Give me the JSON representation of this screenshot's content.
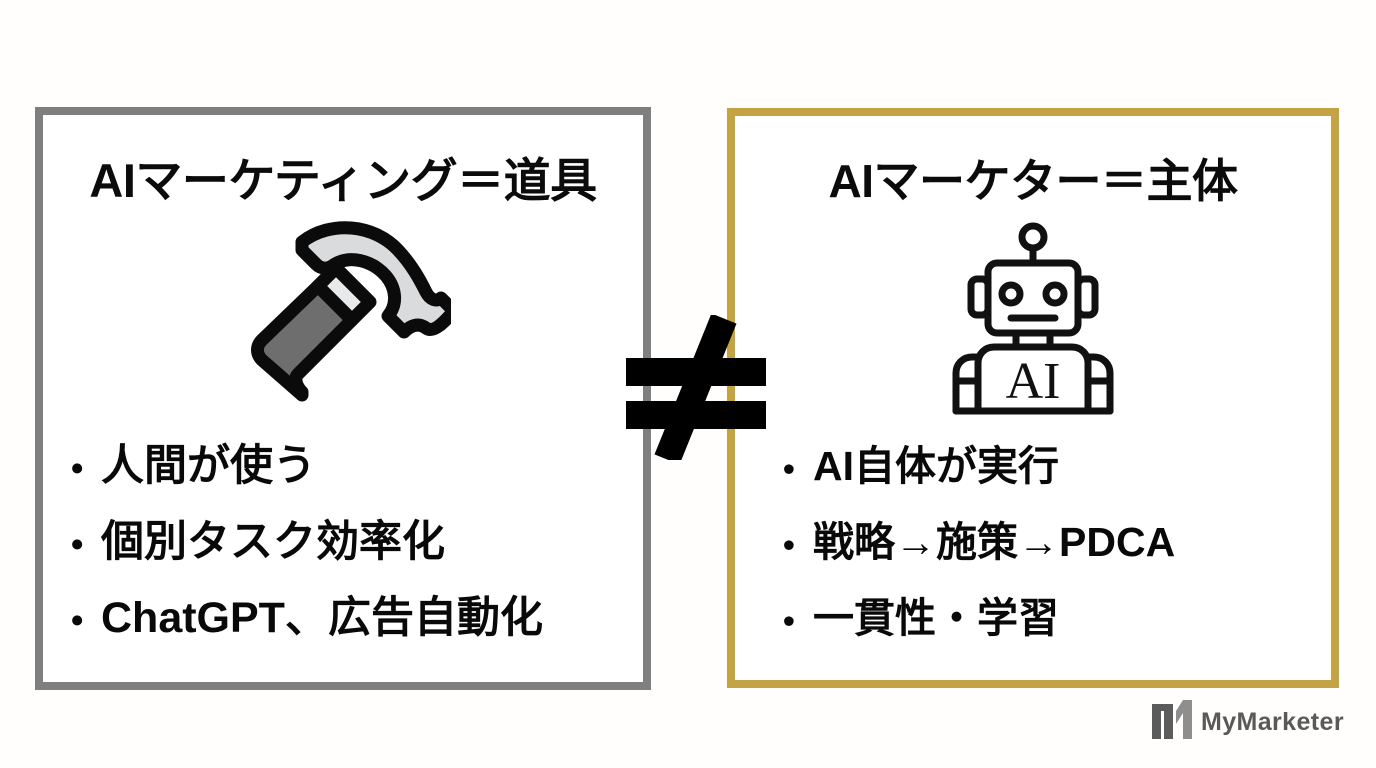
{
  "slide": {
    "background_color": "#FFFEFD"
  },
  "left_panel": {
    "border_color": "#7F7F7F",
    "title": "AIマーケティング＝道具",
    "icon": "hammer-icon",
    "bullet_marker": "•",
    "bullets": [
      "人間が使う",
      "個別タスク効率化",
      "ChatGPT、広告自動化"
    ]
  },
  "comparator": {
    "symbol": "≠",
    "name": "not-equal-symbol",
    "color": "#000000"
  },
  "right_panel": {
    "border_color": "#C3A343",
    "title": "AIマーケター＝主体",
    "icon": "robot-icon",
    "robot_body_label": "AI",
    "bullet_marker": "•",
    "bullets": [
      "AI自体が実行",
      "戦略→施策→PDCA",
      "一貫性・学習"
    ]
  },
  "logo": {
    "mark": "mymarketer-logo-mark",
    "text": "MyMarketer",
    "color": "#595959"
  }
}
